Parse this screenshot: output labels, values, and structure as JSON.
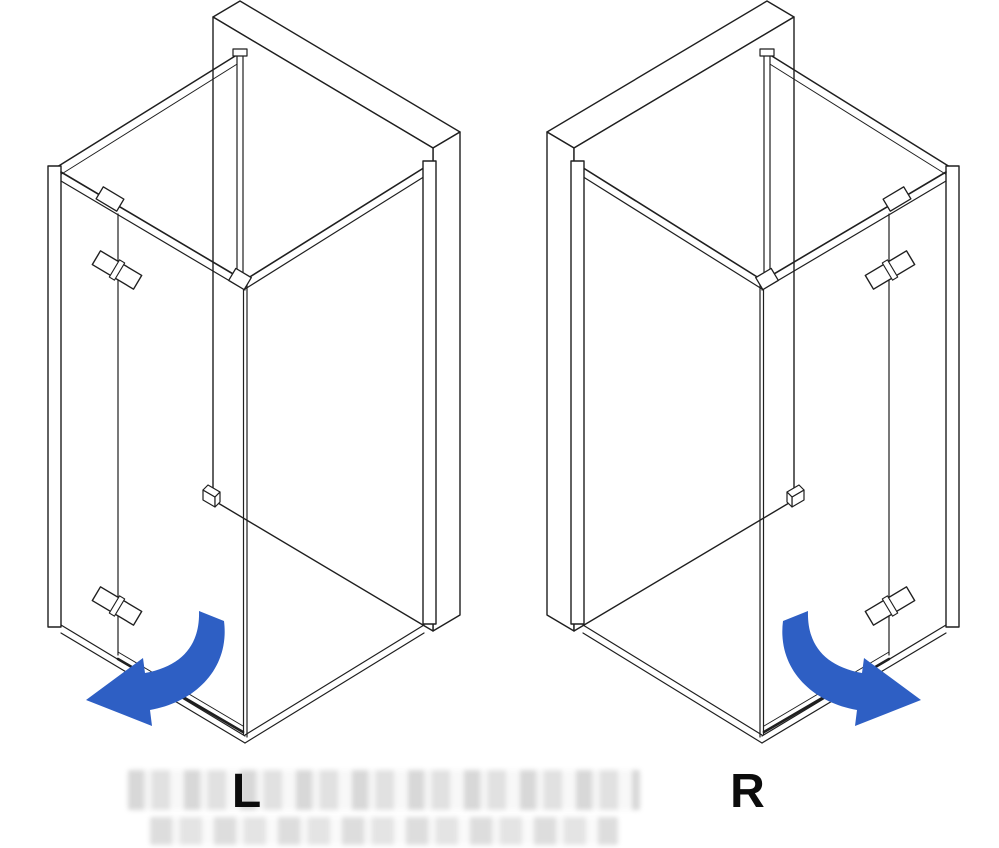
{
  "diagram": {
    "kind": "shower-enclosure-door-orientation-diagram",
    "variants": [
      {
        "label": "L",
        "name": "left-hinged-variant",
        "arrow_icon": "door-swing-arrow-left-icon"
      },
      {
        "label": "R",
        "name": "right-hinged-variant",
        "arrow_icon": "door-swing-arrow-right-icon"
      }
    ],
    "colors": {
      "arrow": "#2e5fc4",
      "line": "#1f1f1f",
      "background": "#ffffff",
      "watermark": "#c6c6c6"
    }
  }
}
